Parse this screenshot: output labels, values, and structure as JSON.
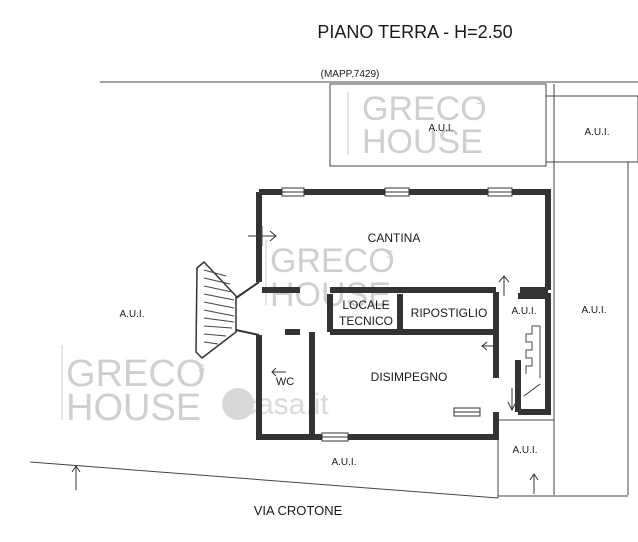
{
  "title": "PIANO TERRA - H=2.50",
  "mapp_label": "(MAPP.7429)",
  "street_label": "VIA CROTONE",
  "rooms": {
    "cantina": "CANTINA",
    "locale_tecnico_line1": "LOCALE",
    "locale_tecnico_line2": "TECNICO",
    "ripostiglio": "RIPOSTIGLIO",
    "disimpegno": "DISIMPEGNO",
    "wc": "WC"
  },
  "aui_labels": [
    "A.U.I.",
    "A.U.I.",
    "A.U.I.",
    "A.U.I.",
    "A.U.I.",
    "A.U.I.",
    "A.U.I."
  ],
  "watermark": {
    "brand_line1": "GRECO",
    "brand_line2": "HOUSE",
    "brand_sup": "s",
    "site": "casa.it"
  }
}
